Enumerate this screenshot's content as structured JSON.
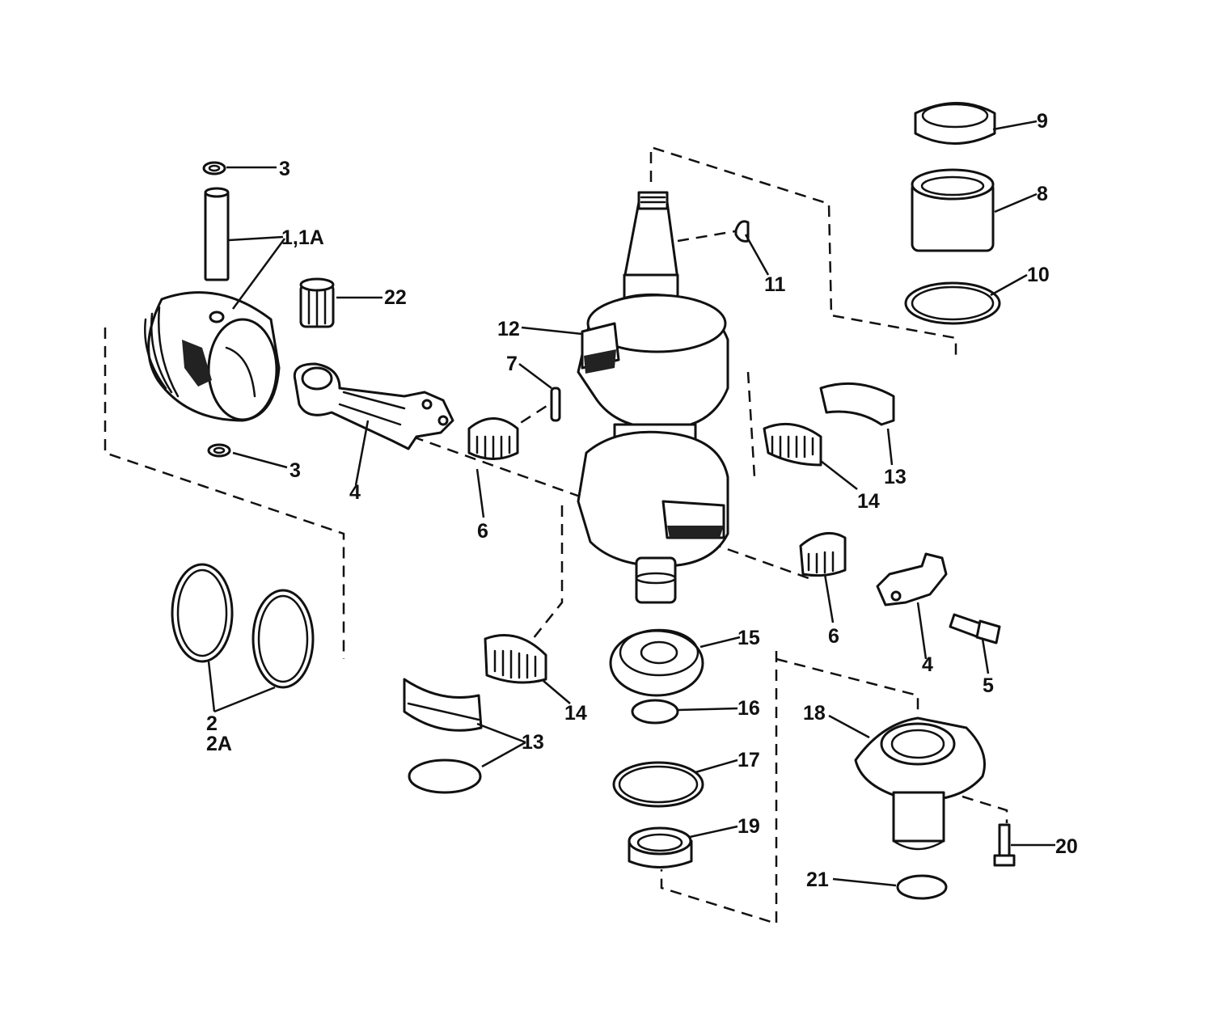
{
  "callouts": {
    "c1": "3",
    "c2": "1,1A",
    "c3": "22",
    "c4": "3",
    "c5": "4",
    "c6": "2",
    "c7": "2A",
    "c8": "9",
    "c9": "8",
    "c10": "10",
    "c11": "11",
    "c12": "12",
    "c13": "7",
    "c14": "6",
    "c15": "13",
    "c16": "14",
    "c17": "6",
    "c18": "4",
    "c19": "5",
    "c20": "15",
    "c21": "14",
    "c22": "13",
    "c23": "16",
    "c24": "17",
    "c25": "19",
    "c26": "18",
    "c27": "20",
    "c28": "21"
  },
  "colors": {
    "ink": "#111111",
    "paper": "#ffffff"
  }
}
